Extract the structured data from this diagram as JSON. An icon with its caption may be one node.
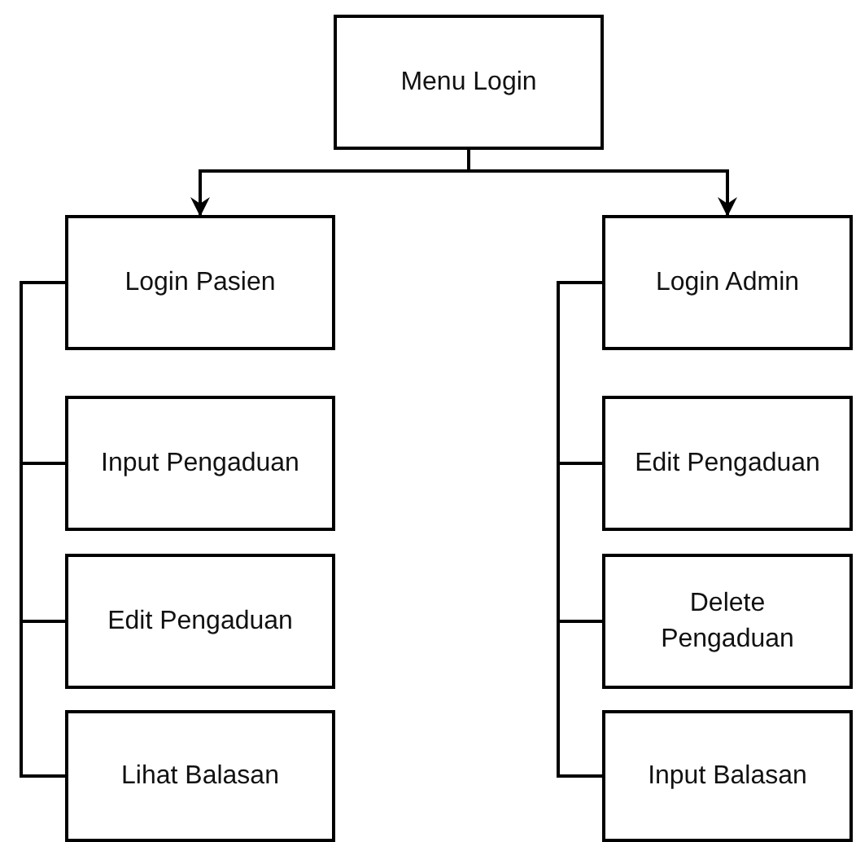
{
  "diagram": {
    "nodes": [
      {
        "text": [
          "Menu Login"
        ]
      },
      {
        "text": [
          "Login Pasien"
        ]
      },
      {
        "text": [
          "Login Admin"
        ]
      },
      {
        "text": [
          "Input Pengaduan"
        ]
      },
      {
        "text": [
          "Edit Pengaduan"
        ]
      },
      {
        "text": [
          "Lihat Balasan"
        ]
      },
      {
        "text": [
          "Edit Pengaduan"
        ]
      },
      {
        "text": [
          "Delete Pengaduan"
        ]
      },
      {
        "text": [
          "Input Balasan"
        ]
      }
    ],
    "edges": [
      {
        "from": 0,
        "to": 1,
        "arrow": "to"
      },
      {
        "from": 0,
        "to": 2,
        "arrow": "to"
      },
      {
        "from": 1,
        "to": 3,
        "arrow": "none"
      },
      {
        "from": 1,
        "to": 4,
        "arrow": "none"
      },
      {
        "from": 1,
        "to": 5,
        "arrow": "none"
      },
      {
        "from": 2,
        "to": 6,
        "arrow": "none"
      },
      {
        "from": 2,
        "to": 7,
        "arrow": "none"
      },
      {
        "from": 2,
        "to": 8,
        "arrow": "none"
      }
    ]
  }
}
